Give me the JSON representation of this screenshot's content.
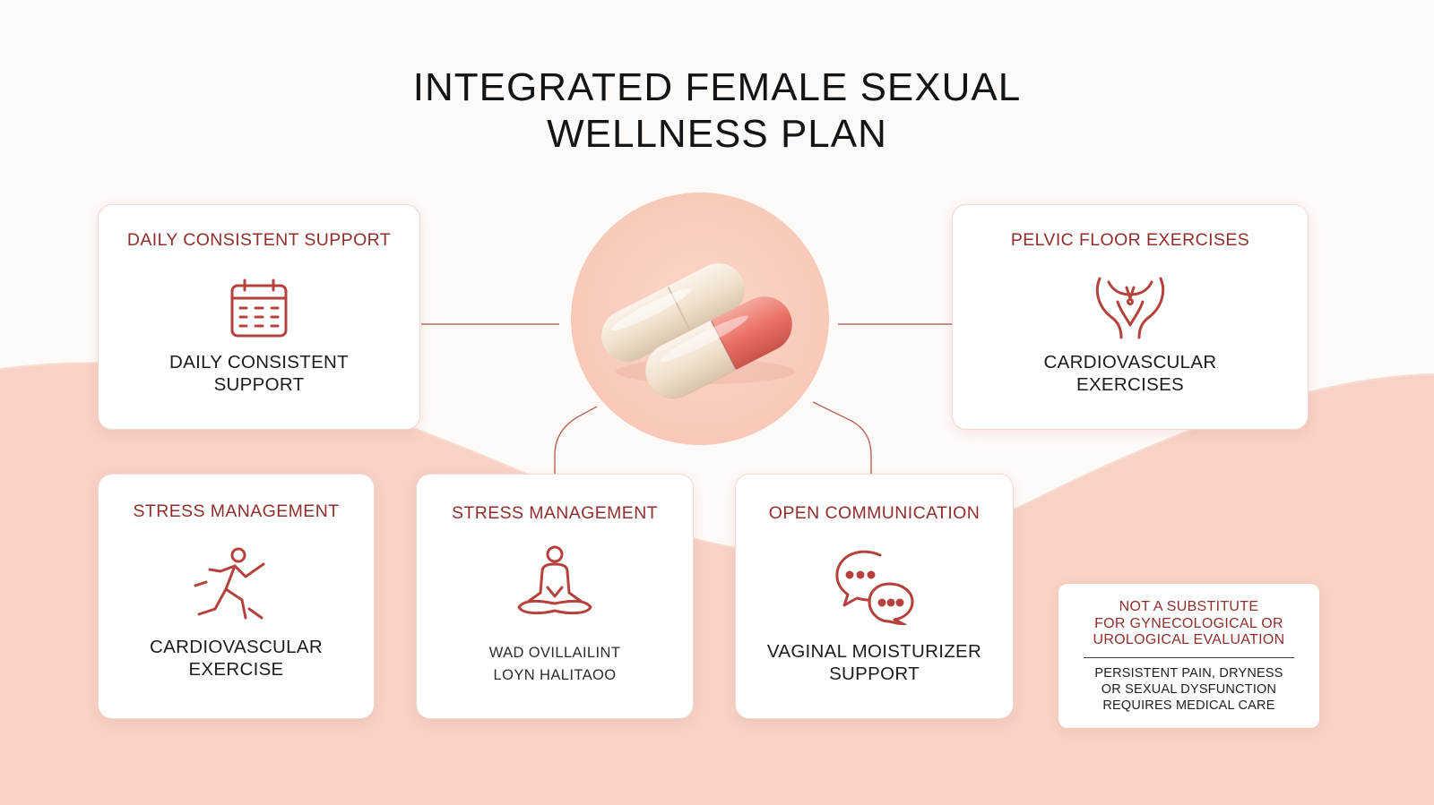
{
  "title": {
    "line1": "INTEGRATED FEMALE SEXUAL",
    "line2": "WELLNESS PLAN"
  },
  "colors": {
    "accent": "#8e2f2c",
    "icon_stroke": "#b5413c",
    "connector": "#b86a62",
    "background": "#fefaf8",
    "wave": "#f8d2c6",
    "pill_red": "#ea7368",
    "pill_cream": "#f2e5d4"
  },
  "center": {
    "icon": "capsules-icon"
  },
  "cards": {
    "daily": {
      "heading": "DAILY CONSISTENT SUPPORT",
      "icon": "calendar-icon",
      "caption_line1": "DAILY CONSISTENT",
      "caption_line2": "SUPPORT"
    },
    "pelvic": {
      "heading": "PELVIC FLOOR EXERCISES",
      "icon": "pelvis-icon",
      "caption_line1": "CARDIOVASCULAR",
      "caption_line2": "EXERCISES"
    },
    "cardio": {
      "heading": "STRESS MANAGEMENT",
      "icon": "running-person-icon",
      "caption_line1": "CARDIOVASCULAR",
      "caption_line2": "EXERCISE"
    },
    "stress": {
      "heading": "STRESS MANAGEMENT",
      "icon": "meditation-icon",
      "caption_line1": "WAD OVILLAILINT",
      "caption_line2": "LOYN HALITAOO"
    },
    "comm": {
      "heading": "OPEN COMMUNICATION",
      "icon": "chat-bubbles-icon",
      "caption_line1": "VAGINAL MOISTURIZER",
      "caption_line2": "SUPPORT"
    }
  },
  "disclaimer": {
    "heading_line1": "NOT A SUBSTITUTE",
    "heading_line2": "FOR GYNECOLOGICAL OR",
    "heading_line3": "UROLOGICAL EVALUATION",
    "body_line1": "PERSISTENT PAIN, DRYNESS",
    "body_line2": "OR SEXUAL DYSFUNCTION",
    "body_line3": "REQUIRES MEDICAL CARE"
  }
}
